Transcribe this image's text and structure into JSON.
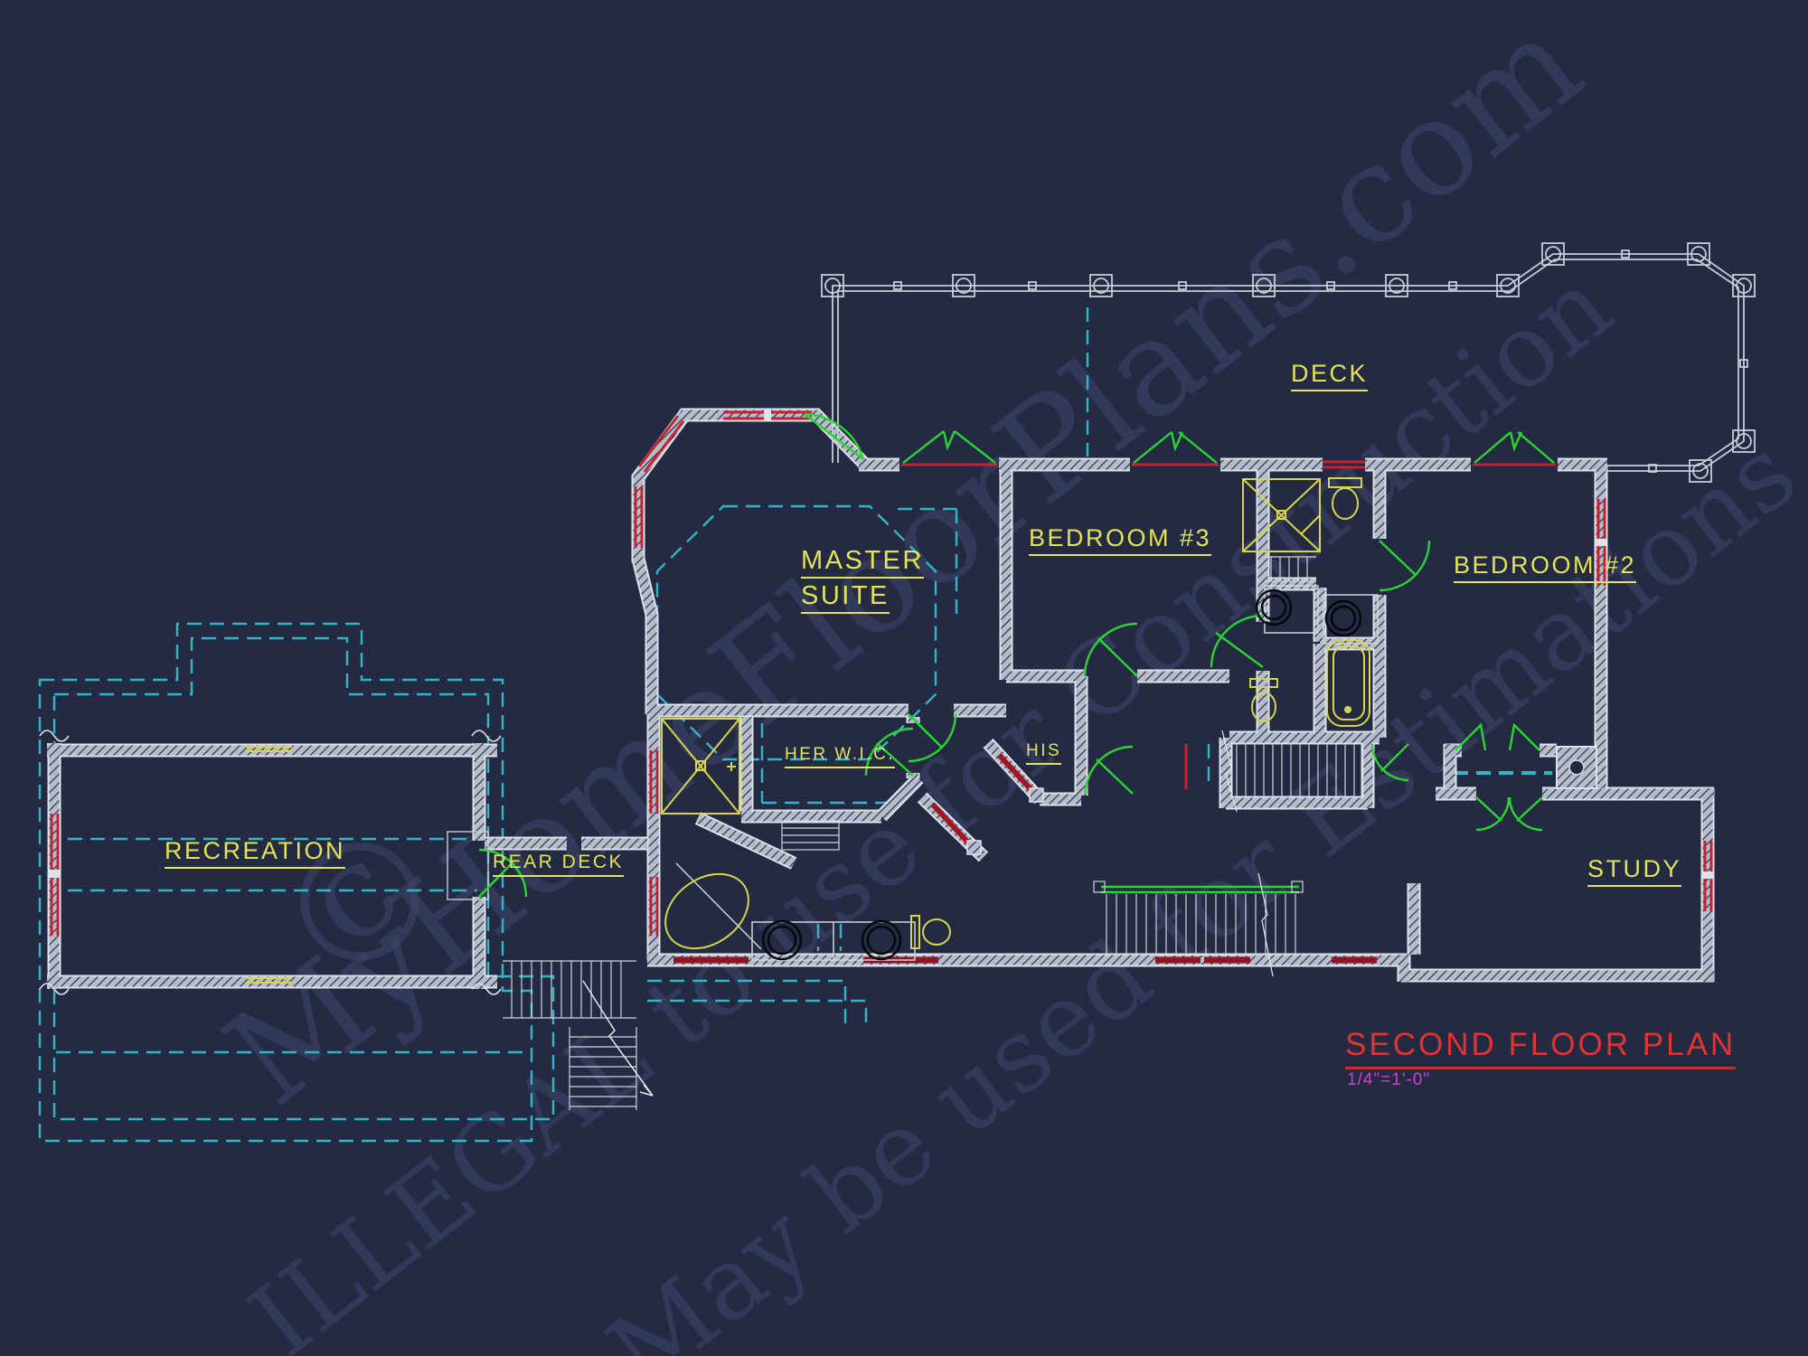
{
  "title": {
    "text": "SECOND FLOOR PLAN",
    "scale": "1/4\"=1'-0\""
  },
  "labels": {
    "deck": "DECK",
    "master_line1": "MASTER",
    "master_line2": "SUITE",
    "bedroom3": "BEDROOM #3",
    "bedroom2": "BEDROOM #2",
    "recreation": "RECREATION",
    "rear_deck": "REAR DECK",
    "her_wic": "HER W.I.C.",
    "his": "HIS",
    "study": "STUDY"
  },
  "watermark": {
    "copyright": "©",
    "line1": "MyHomeFloorPlans.com",
    "line2": "ILLEGAL to use for Construction",
    "line3": "May be used for Estimations"
  },
  "colors": {
    "background": "#242a41",
    "wall_casing": "#dde1ea",
    "wall_hatch_base": "#b6bcc9",
    "thin_line": "#c7ccd6",
    "label_yellow": "#e3e356",
    "fixture_yellow": "#d6d648",
    "door_green": "#2bd335",
    "window_red": "#c42230",
    "window_dark_red": "#8c1622",
    "ceiling_cyan": "#2fb6c9",
    "title_red": "#e23333",
    "scale_magenta": "#cf3fd4",
    "watermark_ghost": "#3e4569",
    "sink_dark": "#05070d"
  }
}
